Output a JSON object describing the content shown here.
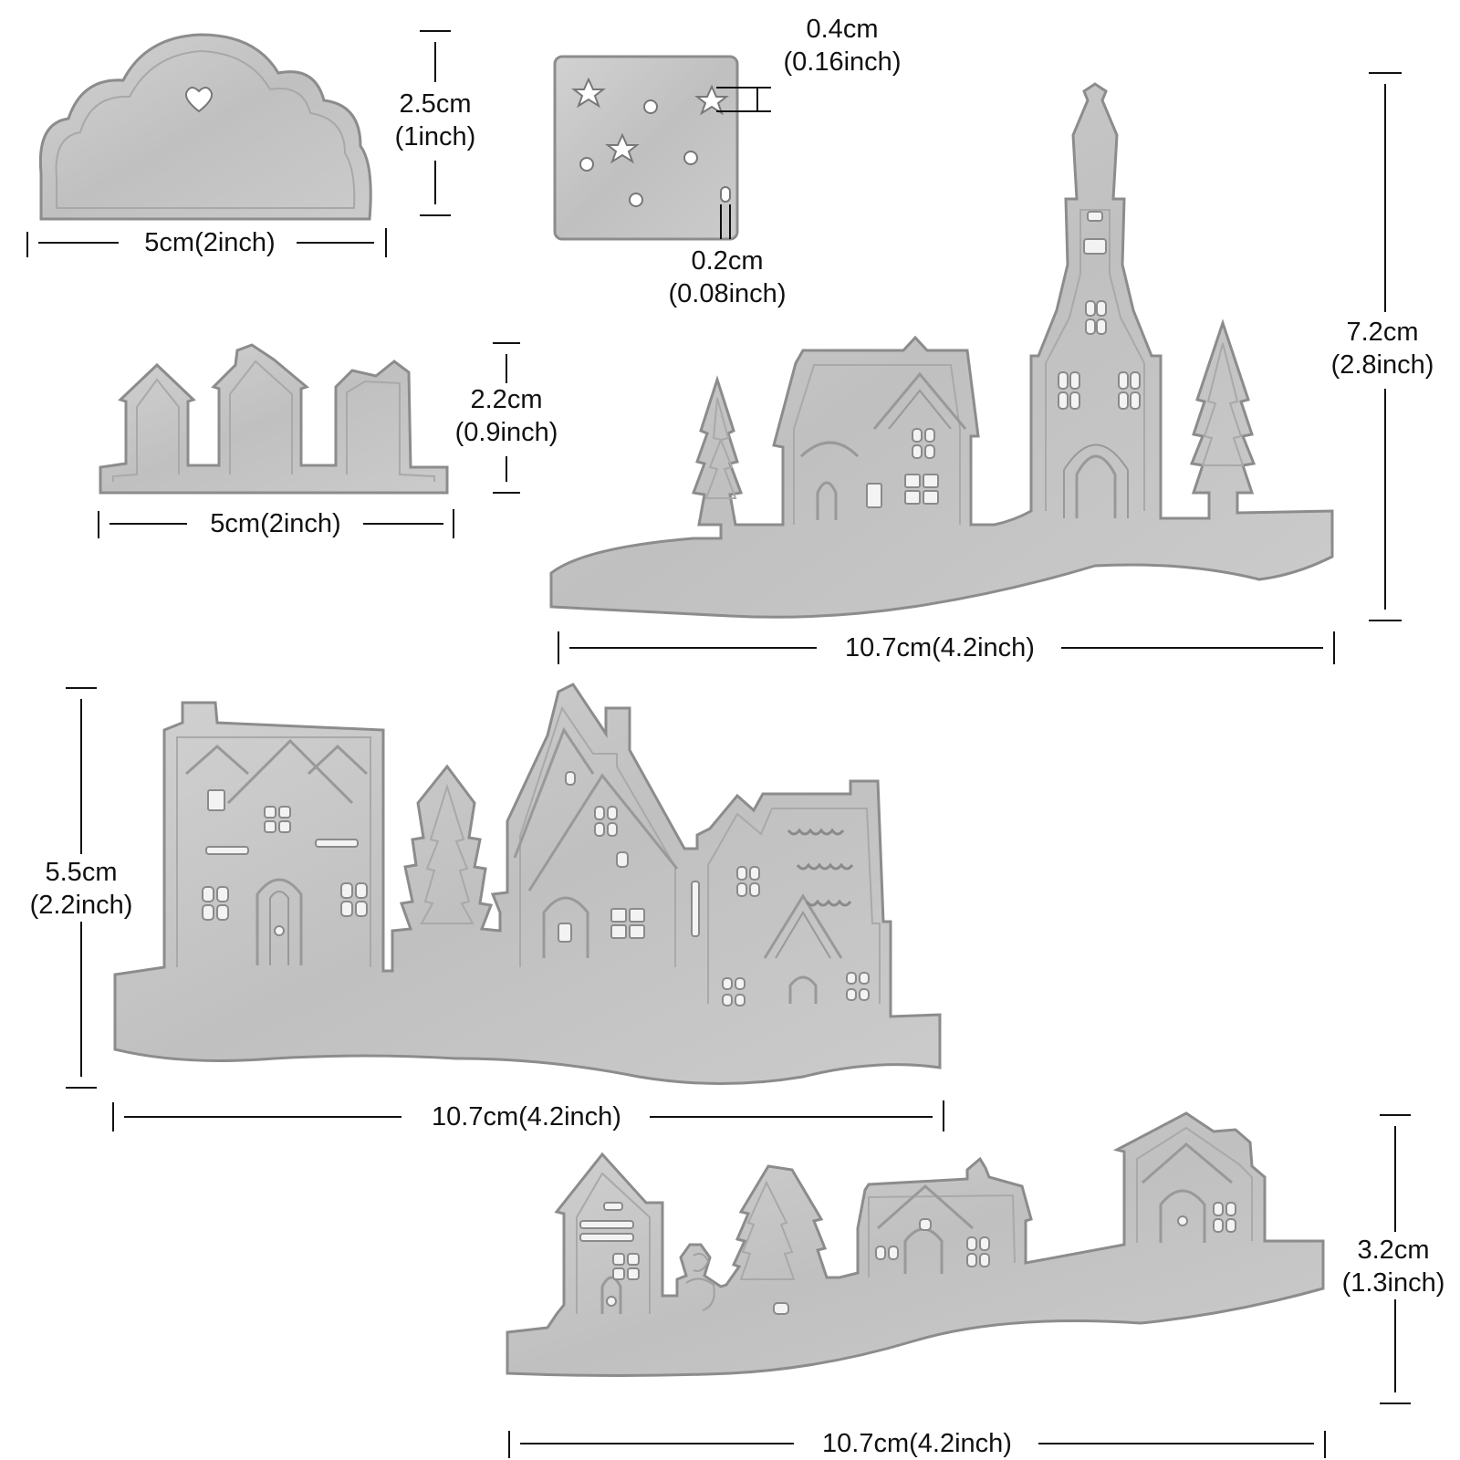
{
  "colors": {
    "die": "#c3c3c3",
    "die_edge": "#8c8c8c",
    "die_inner": "#b0b0b0",
    "background": "#ffffff",
    "dimension_line": "#111111"
  },
  "dies": [
    {
      "name": "cloud-tag-die",
      "width_label": "5cm(2inch)",
      "height_label_cm": "2.5cm",
      "height_label_inch": "(1inch)"
    },
    {
      "name": "star-panel-die",
      "hole_label_cm": "0.4cm",
      "hole_label_inch": "(0.16inch)",
      "slot_label_cm": "0.2cm",
      "slot_label_inch": "(0.08inch)"
    },
    {
      "name": "small-houses-die",
      "width_label": "5cm(2inch)",
      "height_label_cm": "2.2cm",
      "height_label_inch": "(0.9inch)"
    },
    {
      "name": "church-village-die",
      "width_label": "10.7cm(4.2inch)",
      "height_label_cm": "7.2cm",
      "height_label_inch": "(2.8inch)"
    },
    {
      "name": "town-houses-die",
      "width_label": "10.7cm(4.2inch)",
      "height_label_cm": "5.5cm",
      "height_label_inch": "(2.2inch)"
    },
    {
      "name": "snowman-village-die",
      "width_label": "10.7cm(4.2inch)",
      "height_label_cm": "3.2cm",
      "height_label_inch": "(1.3inch)"
    }
  ]
}
